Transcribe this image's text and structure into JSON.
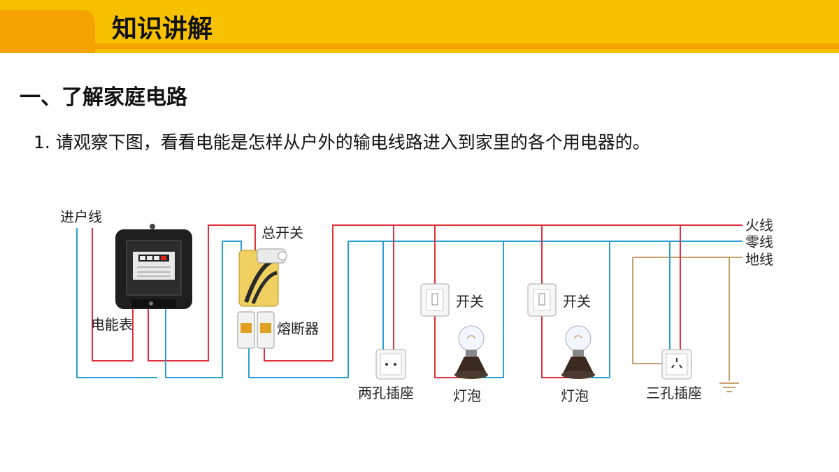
{
  "header": {
    "title": "知识讲解"
  },
  "section": {
    "heading": "一、了解家庭电路",
    "question": "1. 请观察下图，看看电能是怎样从户外的输电线路进入到家里的各个用电器的。"
  },
  "diagram": {
    "labels": {
      "service_line": "进户线",
      "meter": "电能表",
      "main_switch": "总开关",
      "fuse": "熔断器",
      "live_wire": "火线",
      "neutral_wire": "零线",
      "ground_wire": "地线",
      "switch_1": "开关",
      "switch_2": "开关",
      "two_hole_socket": "两孔插座",
      "bulb_1": "灯泡",
      "bulb_2": "灯泡",
      "three_hole_socket": "三孔插座"
    },
    "colors": {
      "live": "#e0303c",
      "neutral": "#2aa0d8",
      "ground": "#c8a070"
    }
  }
}
